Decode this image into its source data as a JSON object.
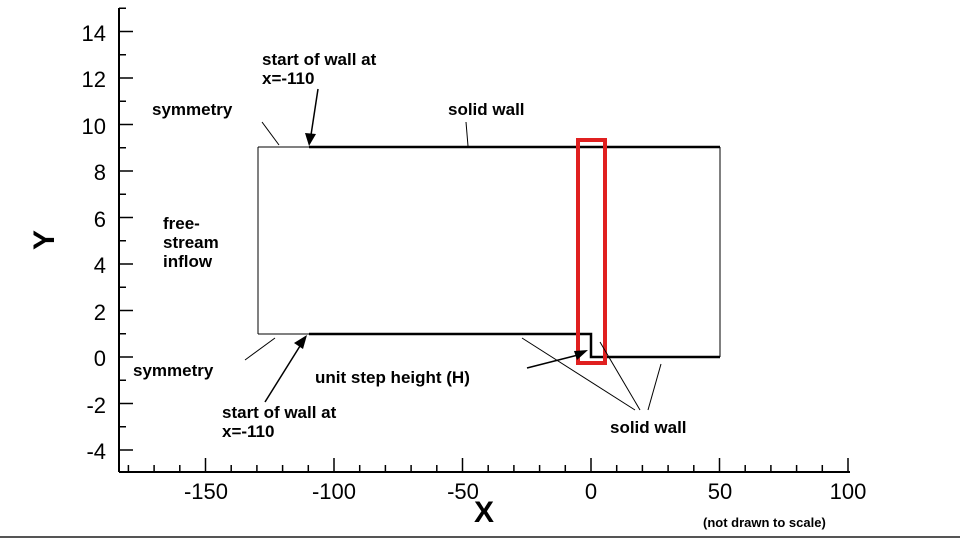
{
  "axes": {
    "x_title": "X",
    "y_title": "Y",
    "x_ticks": [
      "-150",
      "-100",
      "-50",
      "0",
      "50",
      "100"
    ],
    "y_ticks": [
      "-4",
      "-2",
      "0",
      "2",
      "4",
      "6",
      "8",
      "10",
      "12",
      "14"
    ]
  },
  "labels": {
    "start_wall_top_line1": "start of wall at",
    "start_wall_top_line2": "x=-110",
    "symmetry_top": "symmetry",
    "solid_wall_top": "solid wall",
    "freestream_line1": "free-",
    "freestream_line2": "stream",
    "freestream_line3": "inflow",
    "symmetry_bottom": "symmetry",
    "step_height": "unit step height (H)",
    "start_wall_bottom_line1": "start of wall at",
    "start_wall_bottom_line2": "x=-110",
    "solid_wall_bottom": "solid wall",
    "scale_note": "(not drawn to scale)"
  },
  "chart_data": {
    "type": "diagram",
    "xlim": [
      -185,
      100
    ],
    "ylim": [
      -5,
      15
    ],
    "domain": {
      "inflow_x": -130,
      "wall_start_x": -110,
      "step_x": 0,
      "outflow_x": 50,
      "top_y": 9,
      "bottom_upstream_y": 1,
      "bottom_downstream_y": 0
    },
    "highlight": {
      "color": "#e02020",
      "x_range": [
        -5,
        5
      ],
      "y_range": [
        -0.3,
        9.4
      ]
    }
  }
}
